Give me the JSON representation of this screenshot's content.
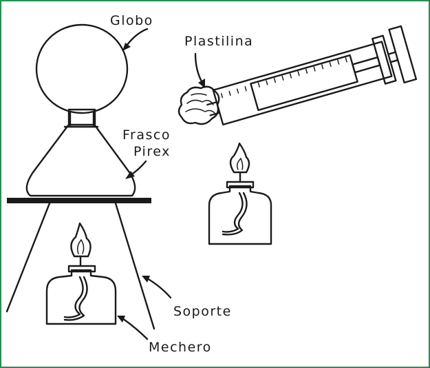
{
  "labels": {
    "globo": "Globo",
    "plastilina": "Plastilina",
    "frasco_line1": "Frasco",
    "frasco_line2": "Pirex",
    "soporte": "Soporte",
    "mechero": "Mechero"
  },
  "colors": {
    "border": "#2e8b57",
    "ink": "#1a1a1a",
    "background": "#ffffff"
  }
}
